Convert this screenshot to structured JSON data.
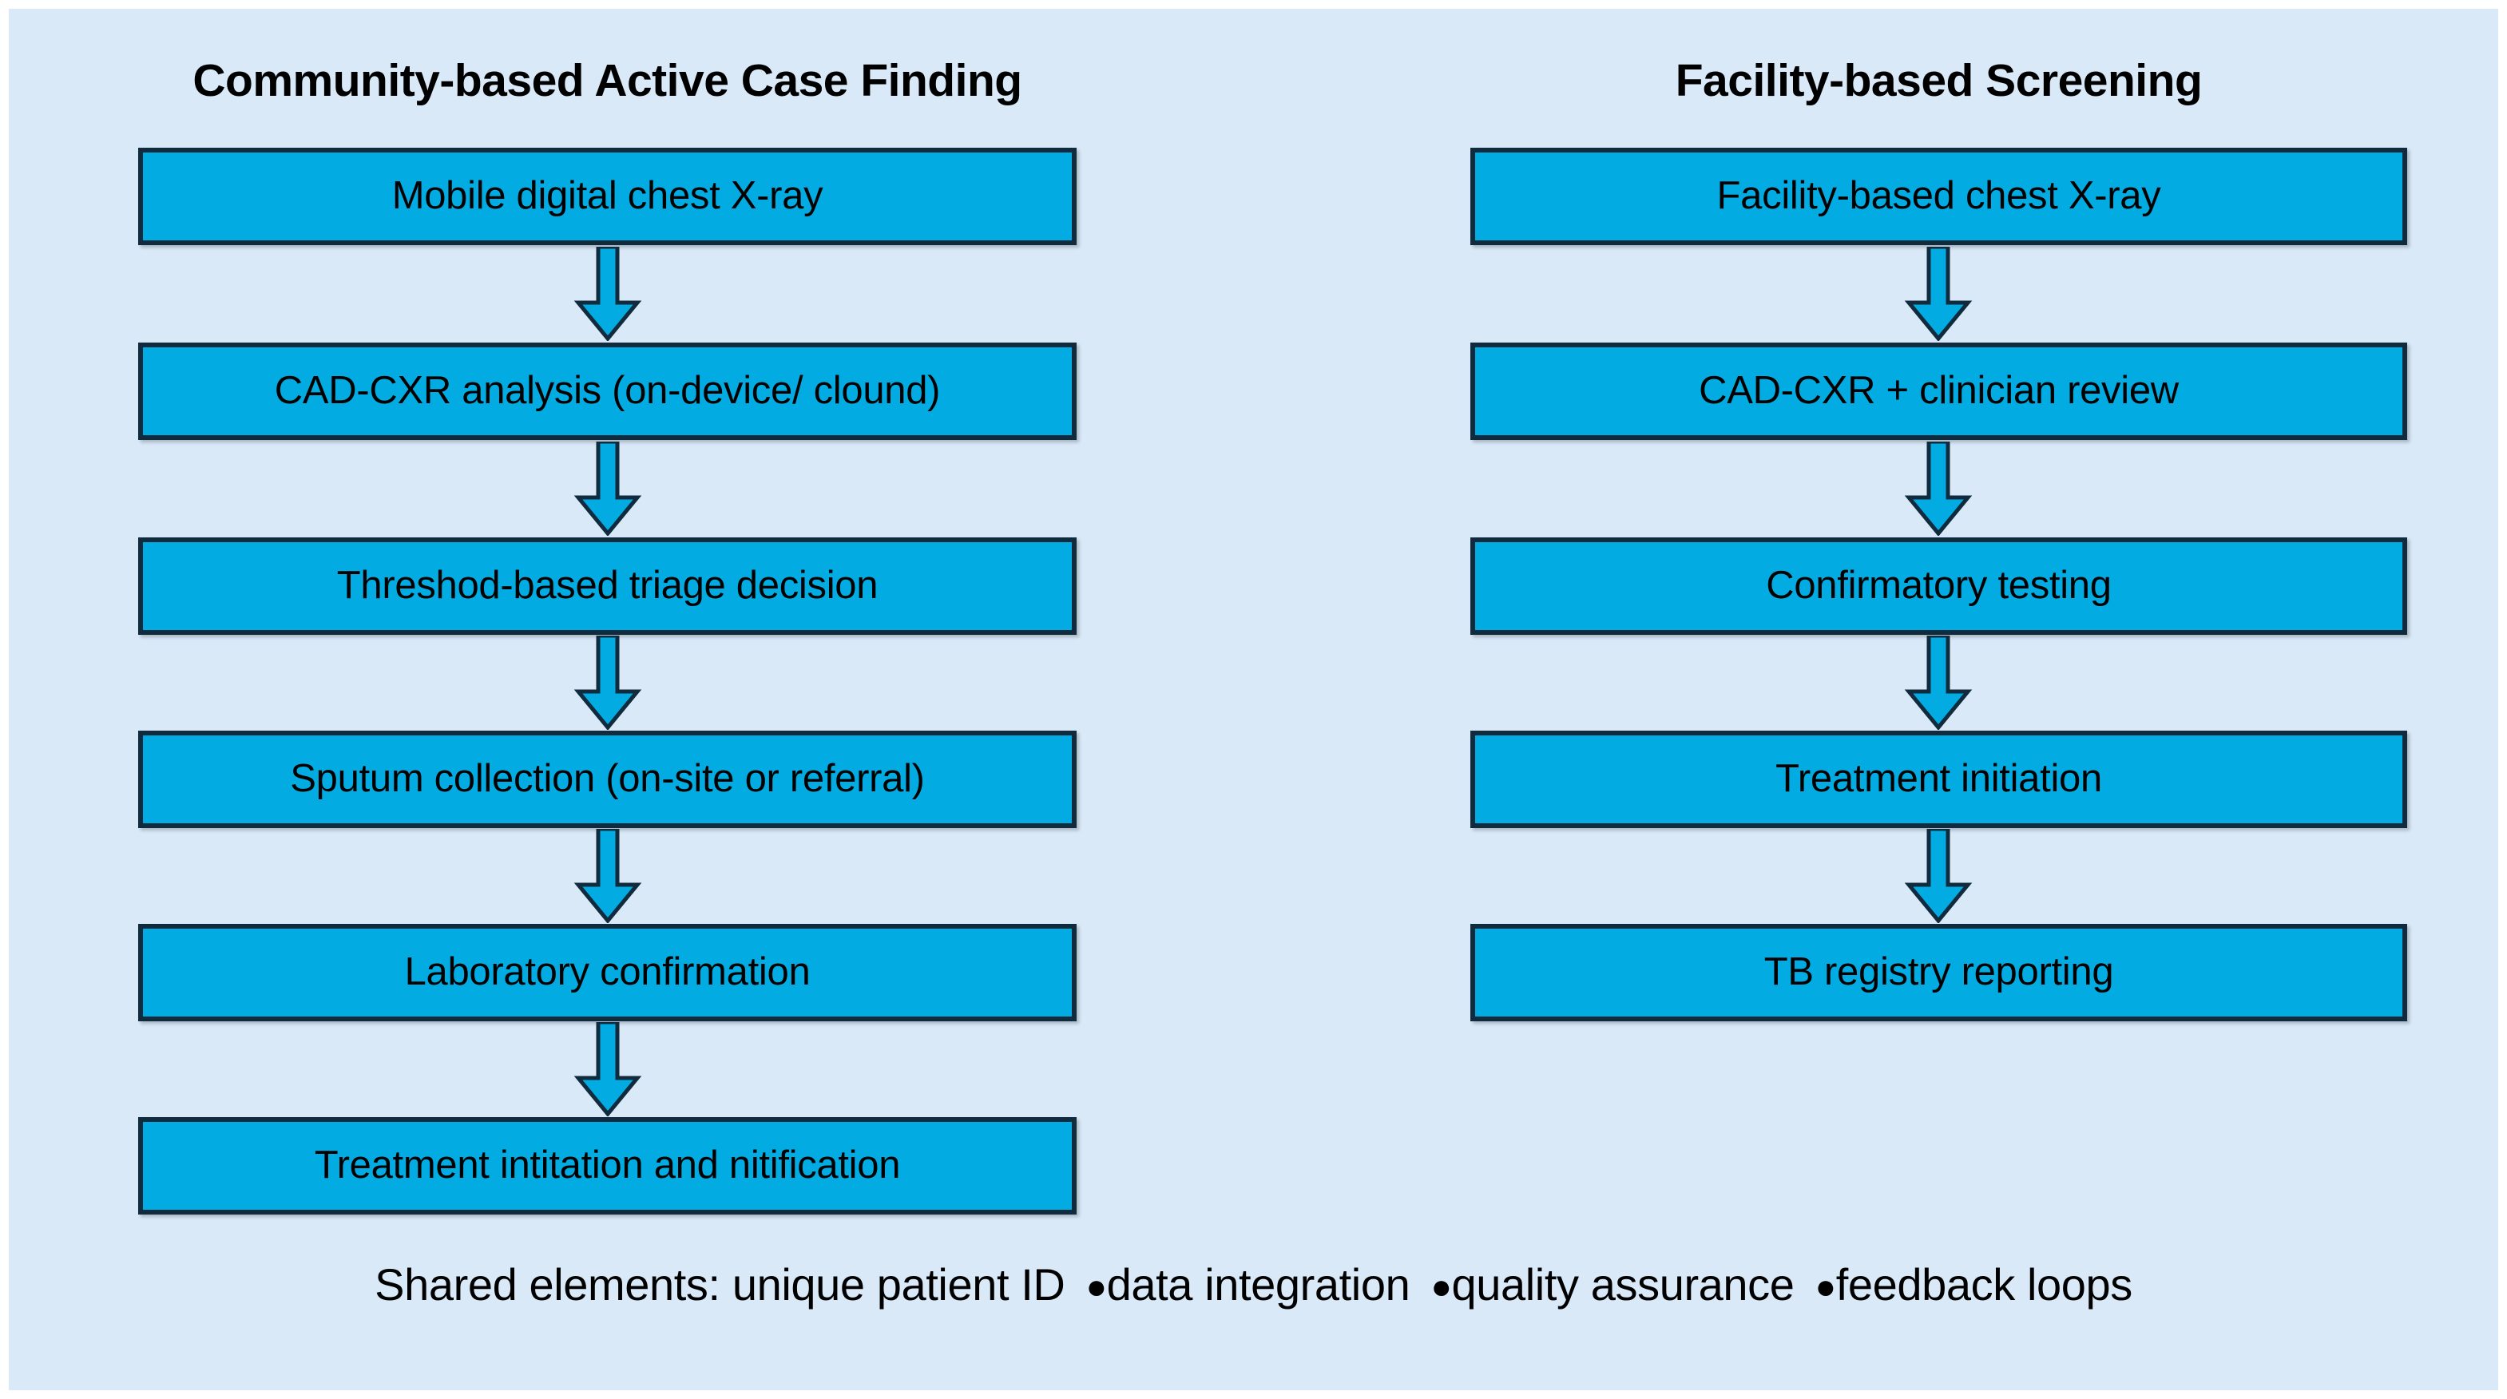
{
  "colors": {
    "page_background": "#ffffff",
    "panel_background": "#d9e9f8",
    "node_fill": "#02ace2",
    "node_border": "#102b3e",
    "text": "#000000"
  },
  "columns": [
    {
      "id": "community",
      "title": "Community-based Active Case Finding",
      "nodes": [
        {
          "label": "Mobile digital chest X-ray"
        },
        {
          "label": "CAD-CXR analysis (on-device/ clound)"
        },
        {
          "label": "Threshod-based triage decision"
        },
        {
          "label": "Sputum collection (on-site or referral)"
        },
        {
          "label": "Laboratory confirmation"
        },
        {
          "label": "Treatment intitation and nitification"
        }
      ]
    },
    {
      "id": "facility",
      "title": "Facility-based Screening",
      "nodes": [
        {
          "label": "Facility-based chest X-ray"
        },
        {
          "label": "CAD-CXR + clinician review"
        },
        {
          "label": "Confirmatory testing"
        },
        {
          "label": "Treatment initiation"
        },
        {
          "label": "TB registry reporting"
        }
      ]
    }
  ],
  "footer": {
    "lead": "Shared elements: unique patient ID",
    "items": [
      "data integration",
      "quality assurance",
      "feedback loops"
    ],
    "bullet_glyph": "●"
  }
}
